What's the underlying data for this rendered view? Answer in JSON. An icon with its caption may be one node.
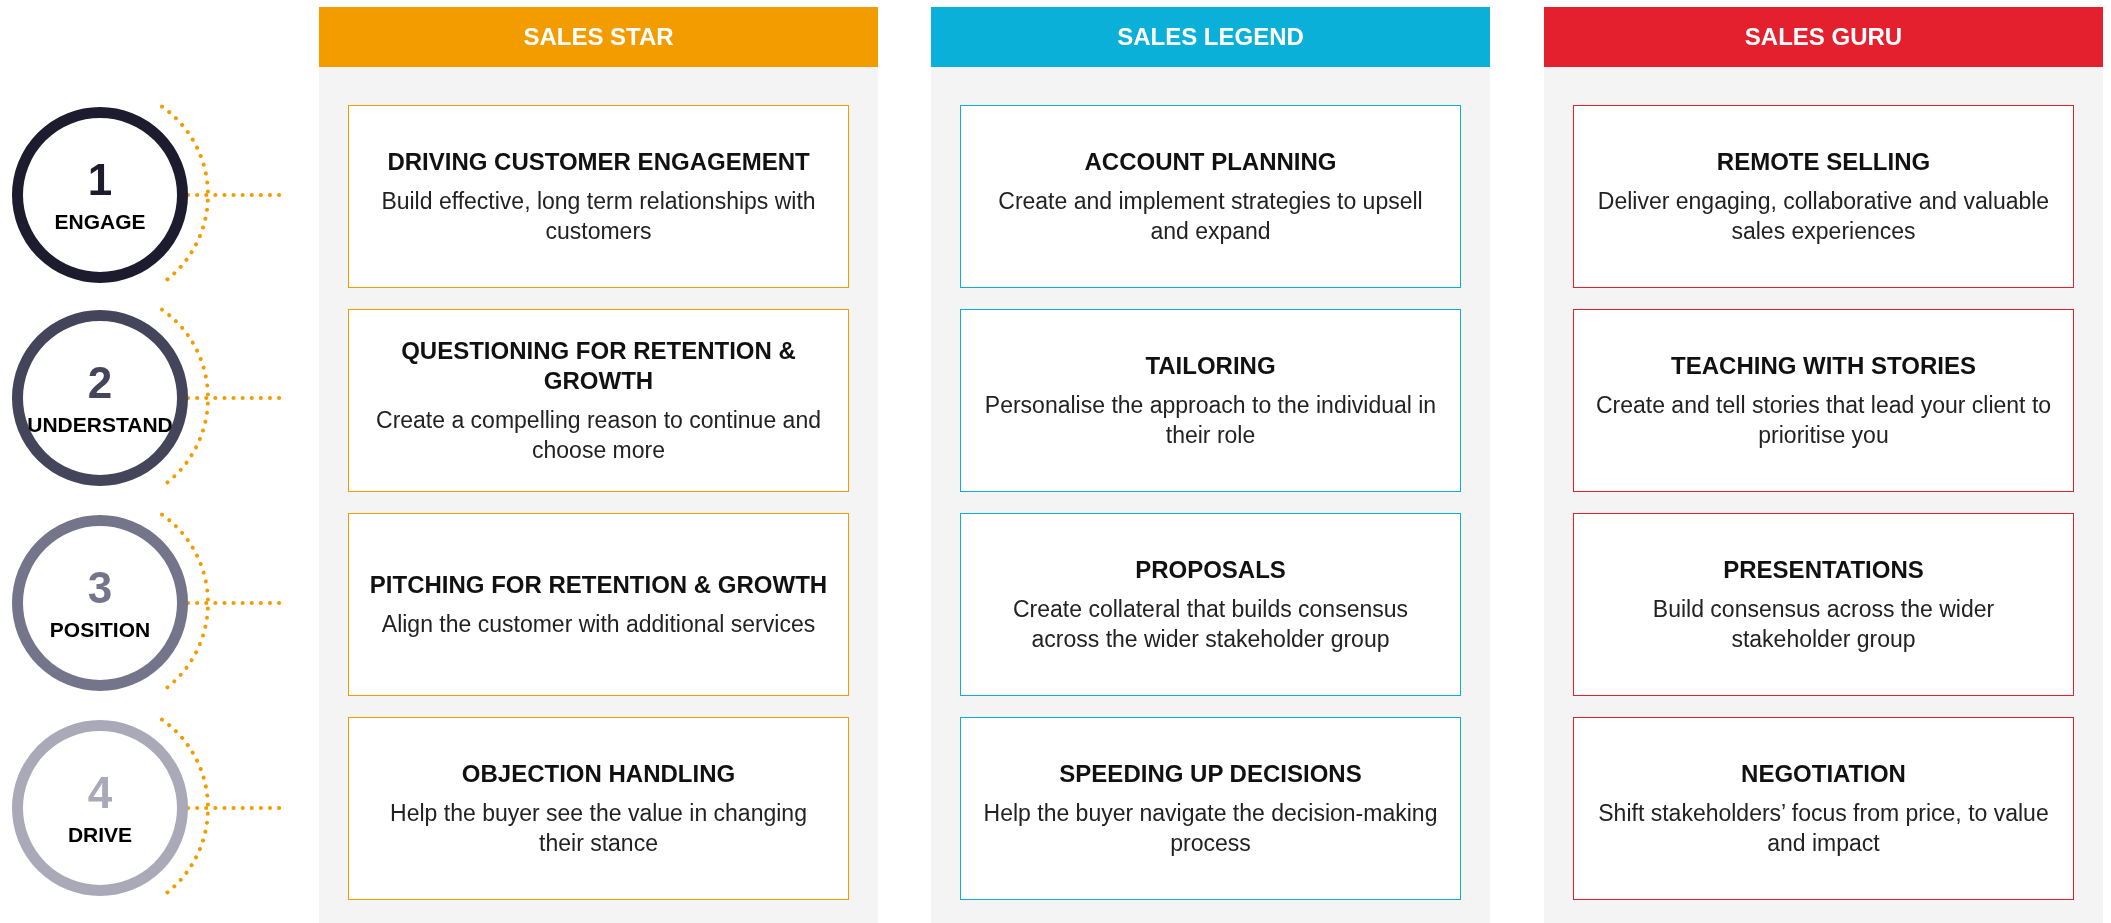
{
  "diagram": {
    "nodes": [
      {
        "text": [
          "1",
          "ENGAGE"
        ]
      },
      {
        "text": [
          "2",
          "UNDERSTAND"
        ]
      },
      {
        "text": [
          "3",
          "POSITION"
        ]
      },
      {
        "text": [
          "4",
          "DRIVE"
        ]
      },
      {
        "text": [
          "SALES STAR"
        ]
      },
      {
        "text": [
          "DRIVING CUSTOMER ENGAGEMENT",
          "Build effective, long term relationships with customers"
        ],
        "in": 4
      },
      {
        "text": [
          "QUESTIONING FOR RETENTION & GROWTH",
          "Create a compelling reason to continue and choose more"
        ],
        "in": 4
      },
      {
        "text": [
          "PITCHING FOR RETENTION & GROWTH",
          "Align the customer with additional services"
        ],
        "in": 4
      },
      {
        "text": [
          "OBJECTION HANDLING",
          "Help the buyer see the value in changing their stance"
        ],
        "in": 4
      },
      {
        "text": [
          "SALES LEGEND"
        ]
      },
      {
        "text": [
          "ACCOUNT PLANNING",
          "Create and implement strategies to upsell and expand"
        ],
        "in": 9
      },
      {
        "text": [
          "TAILORING",
          "Personalise the approach to the individual in their role"
        ],
        "in": 9
      },
      {
        "text": [
          "PROPOSALS",
          "Create collateral that builds consensus across the wider stakeholder group"
        ],
        "in": 9
      },
      {
        "text": [
          "SPEEDING UP DECISIONS",
          "Help the buyer navigate the decision-making process"
        ],
        "in": 9
      },
      {
        "text": [
          "SALES GURU"
        ]
      },
      {
        "text": [
          "REMOTE SELLING",
          "Deliver engaging, collaborative and valuable sales experiences"
        ],
        "in": 14
      },
      {
        "text": [
          "TEACHING WITH STORIES",
          "Create and tell stories that lead your client to prioritise you"
        ],
        "in": 14
      },
      {
        "text": [
          "PRESENTATIONS",
          "Build consensus across the wider stakeholder group"
        ],
        "in": 14
      },
      {
        "text": [
          "NEGOTIATION",
          "Shift stakeholders’ focus from price, to value and impact"
        ],
        "in": 14
      }
    ],
    "edges": [
      {
        "from": 0,
        "to": null,
        "arrow": "none",
        "style": "dashed"
      },
      {
        "from": 1,
        "to": null,
        "arrow": "none",
        "style": "dashed"
      },
      {
        "from": 2,
        "to": null,
        "arrow": "none",
        "style": "dashed"
      },
      {
        "from": 3,
        "to": null,
        "arrow": "none",
        "style": "dashed"
      }
    ]
  }
}
